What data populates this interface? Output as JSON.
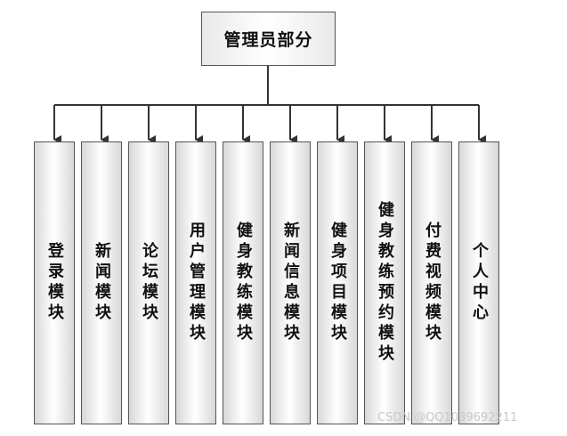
{
  "diagram": {
    "root": {
      "label": "管理员部分"
    },
    "modules": [
      {
        "label": "登录模块"
      },
      {
        "label": "新闻模块"
      },
      {
        "label": "论坛模块"
      },
      {
        "label": "用户管理模块"
      },
      {
        "label": "健身教练模块"
      },
      {
        "label": "新闻信息模块"
      },
      {
        "label": "健身项目模块"
      },
      {
        "label": "健身教练预约模块"
      },
      {
        "label": "付费视频模块"
      },
      {
        "label": "个人中心"
      }
    ]
  },
  "watermark": {
    "text": "CSDN @QQ1039692211"
  },
  "colors": {
    "line": "#333333",
    "border": "#555555",
    "box_fill": "#ffffff",
    "box_shade": "#d8d8d8",
    "watermark": "#c8c8c8"
  }
}
